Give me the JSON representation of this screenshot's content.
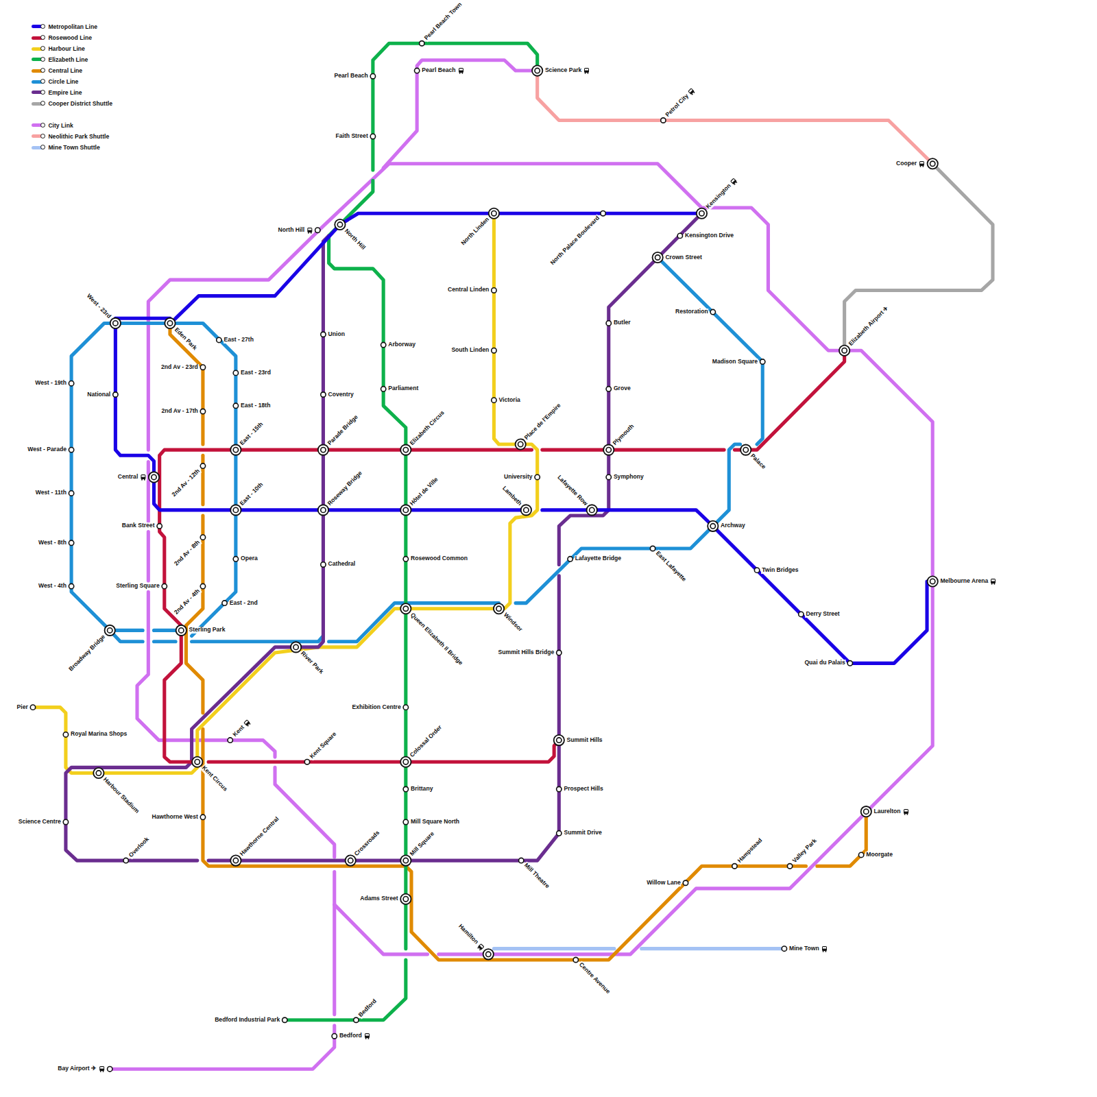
{
  "diagram": {
    "labels": [
      "Pearl Beach Town",
      "Pearl Beach",
      "Science Park",
      "Pearl Beach",
      "Petrol City",
      "Faith Street",
      "Cooper",
      "Kensington",
      "North Linden",
      "North Palace Boulevard",
      "North Hill",
      "North Hill",
      "Kensington Drive",
      "Crown Street",
      "Central Linden",
      "Restoration",
      "West - 23rd",
      "Eden Park",
      "Butler",
      "Union",
      "East - 27th",
      "Arborway",
      "South Linden",
      "Elizabeth Airport ✈",
      "Madison Square",
      "2nd Av - 23rd",
      "East - 23rd",
      "West - 19th",
      "Parliament",
      "Grove",
      "National",
      "Coventry",
      "Victoria",
      "East - 18th",
      "2nd Av - 17th",
      "Place de l'Empire",
      "East - 15th",
      "Parade Bridge",
      "Elizabeth Circus",
      "Plymouth",
      "Palace",
      "West - Parade",
      "2nd Av - 12th",
      "Central",
      "University",
      "Symphony",
      "West - 11th",
      "East - 10th",
      "Roseway Bridge",
      "Hôtel de Ville",
      "Lambeth",
      "Lafayette Row",
      "Archway",
      "Bank Street",
      "2nd Av - 8th",
      "West - 8th",
      "East Lafayette",
      "Rosewood Common",
      "Opera",
      "Lafayette Bridge",
      "Cathedral",
      "Twin Bridges",
      "Melbourne Arena",
      "West - 4th",
      "Sterling Square",
      "2nd Av - 4th",
      "East - 2nd",
      "Queen Elizabeth II Bridge",
      "Windsor",
      "Derry Street",
      "Sterling Park",
      "Broadway Bridge",
      "River Park",
      "Summit Hills Bridge",
      "Quai du Palais",
      "Exhibition Centre",
      "Pier",
      "Royal Marina Shops",
      "Kent",
      "Summit Hills",
      "Kent Square",
      "Colossal Order",
      "Kent Circus",
      "Harbour Stadium",
      "Brittany",
      "Prospect Hills",
      "Laurelton",
      "Hawthorne West",
      "Science Centre",
      "Mill Square North",
      "Summit Drive",
      "Moorgate",
      "Overlook",
      "Hawthorne Central",
      "Crossroads",
      "Mill Square",
      "Mill Theatre",
      "Hampstead",
      "Valley Park",
      "Willow Lane",
      "Adams Street",
      "Hamilton",
      "Mine Town",
      "Centre Avenue",
      "Bedford Industrial Park",
      "Bedford",
      "Bedford",
      "Bay Airport ✈"
    ],
    "legend": [
      {
        "text": "Metropolitan Line",
        "color": "#1a00e6"
      },
      {
        "text": "Rosewood Line",
        "color": "#c2123b"
      },
      {
        "text": "Harbour Line",
        "color": "#f2cf1d"
      },
      {
        "text": "Elizabeth Line",
        "color": "#0db14b"
      },
      {
        "text": "Central Line",
        "color": "#e08a00"
      },
      {
        "text": "Circle Line",
        "color": "#1e90d6"
      },
      {
        "text": "Empire Line",
        "color": "#6a2d8f"
      },
      {
        "text": "Cooper District Shuttle",
        "color": "#a6a6a6"
      },
      {
        "text": "City Link",
        "color": "#d070f0"
      },
      {
        "text": "Neolithic Park Shuttle",
        "color": "#f7a1a1"
      },
      {
        "text": "Mine Town Shuttle",
        "color": "#a4c2f4"
      }
    ]
  }
}
